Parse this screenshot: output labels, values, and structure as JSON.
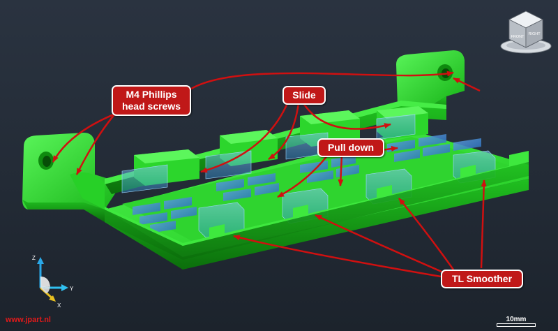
{
  "callouts": {
    "screws": {
      "line1": "M4 Phillips",
      "line2": "head screws"
    },
    "slide": "Slide",
    "pull_down": "Pull down",
    "smoother": "TL Smoother"
  },
  "view_cube": {
    "front": "FRONT",
    "right": "RIGHT"
  },
  "axis_triad": {
    "z": "Z",
    "y": "Y",
    "x": "X"
  },
  "watermark": "www.jpart.nl",
  "scale": "10mm",
  "colors": {
    "part_green": "#22e622",
    "insert_blue": "#3a7fcf",
    "callout_red": "#c01818",
    "background": "#232b36"
  }
}
